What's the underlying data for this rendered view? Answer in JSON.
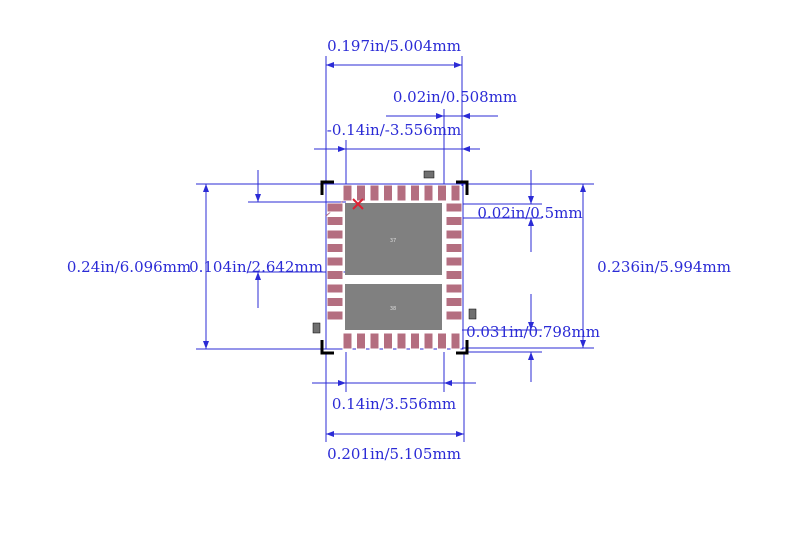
{
  "colors": {
    "dimension": "#2b2bd6",
    "pad_fill": "#b46e80",
    "pad_stroke": "#ffffff",
    "thermal_pad": "#808080",
    "corner_mark": "#000000",
    "pin1_marker": "#dd2233",
    "outline": "#2b2bd6"
  },
  "dimensions": {
    "body_width_top": "0.197in/5.004mm",
    "pad_width": "0.02in/0.508mm",
    "offset_top": "-0.14in/-3.556mm",
    "pad_pitch": "0.02in/0.5mm",
    "overall_height": "0.24in/6.096mm",
    "thermal_gap": "0.104in/2.642mm",
    "body_height": "0.236in/5.994mm",
    "pad_length": "0.031in/0.798mm",
    "offset_bottom": "0.14in/3.556mm",
    "overall_width": "0.201in/5.105mm"
  },
  "thermal_pads": {
    "upper_label": "37",
    "lower_label": "38"
  },
  "icons": {
    "pin1": "x-mark-icon"
  }
}
